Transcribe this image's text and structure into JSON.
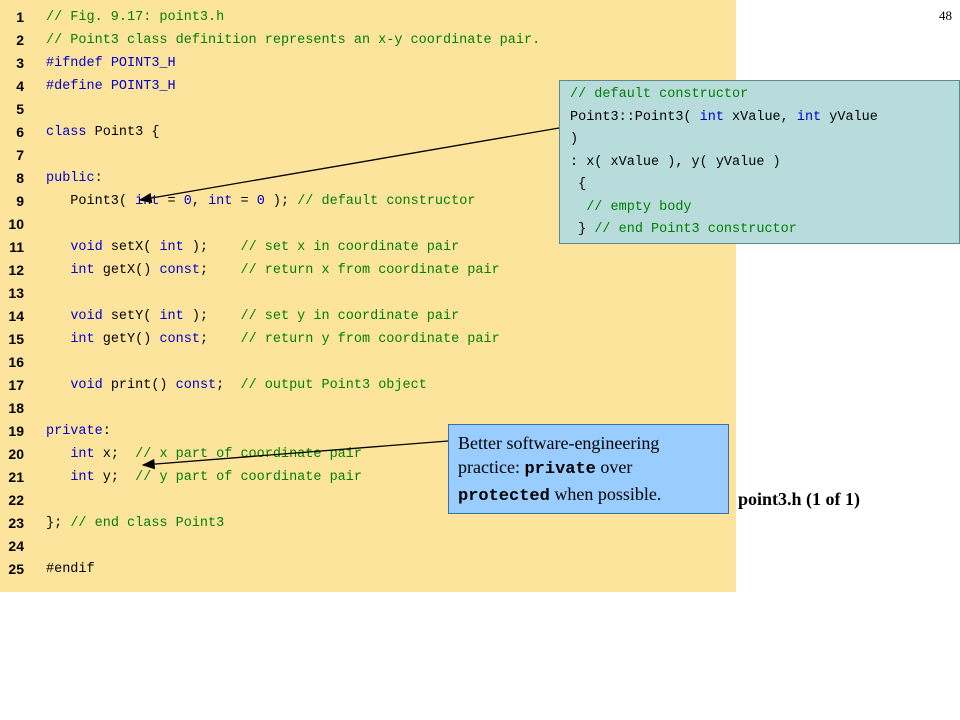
{
  "slide_number": "48",
  "file_label": "point3.h (1 of 1)",
  "code_lines": [
    {
      "n": "1",
      "text": "// Fig. 9.17: point3.h"
    },
    {
      "n": "2",
      "text": "// Point3 class definition represents an x-y coordinate pair."
    },
    {
      "n": "3",
      "text": "#ifndef POINT3_H"
    },
    {
      "n": "4",
      "text": "#define POINT3_H"
    },
    {
      "n": "5",
      "text": ""
    },
    {
      "n": "6",
      "text": "class Point3 {"
    },
    {
      "n": "7",
      "text": ""
    },
    {
      "n": "8",
      "text": "public:"
    },
    {
      "n": "9",
      "text": "   Point3( int = 0, int = 0 ); // default constructor"
    },
    {
      "n": "10",
      "text": ""
    },
    {
      "n": "11",
      "text": "   void setX( int );    // set x in coordinate pair"
    },
    {
      "n": "12",
      "text": "   int getX() const;    // return x from coordinate pair"
    },
    {
      "n": "13",
      "text": ""
    },
    {
      "n": "14",
      "text": "   void setY( int );    // set y in coordinate pair"
    },
    {
      "n": "15",
      "text": "   int getY() const;    // return y from coordinate pair"
    },
    {
      "n": "16",
      "text": ""
    },
    {
      "n": "17",
      "text": "   void print() const;  // output Point3 object"
    },
    {
      "n": "18",
      "text": ""
    },
    {
      "n": "19",
      "text": "private:"
    },
    {
      "n": "20",
      "text": "   int x;  // x part of coordinate pair"
    },
    {
      "n": "21",
      "text": "   int y;  // y part of coordinate pair"
    },
    {
      "n": "22",
      "text": ""
    },
    {
      "n": "23",
      "text": "}; // end class Point3"
    },
    {
      "n": "24",
      "text": ""
    },
    {
      "n": "25",
      "text": "#endif"
    }
  ],
  "callout_constructor": {
    "lines": [
      "// default constructor",
      "Point3::Point3( int xValue, int yValue",
      ")",
      ": x( xValue ), y( yValue )",
      " {",
      "  // empty body",
      " } // end Point3 constructor"
    ]
  },
  "callout_note": {
    "part1": "Better software-engineering practice: ",
    "code1": "private",
    "part2": " over ",
    "code2": "protected",
    "part3": " when possible."
  },
  "colors": {
    "code_background": "#fde49c",
    "callout1_background": "#b8dcdc",
    "callout2_background": "#99ccff",
    "comment": "#008000",
    "keyword": "#0000cc"
  }
}
